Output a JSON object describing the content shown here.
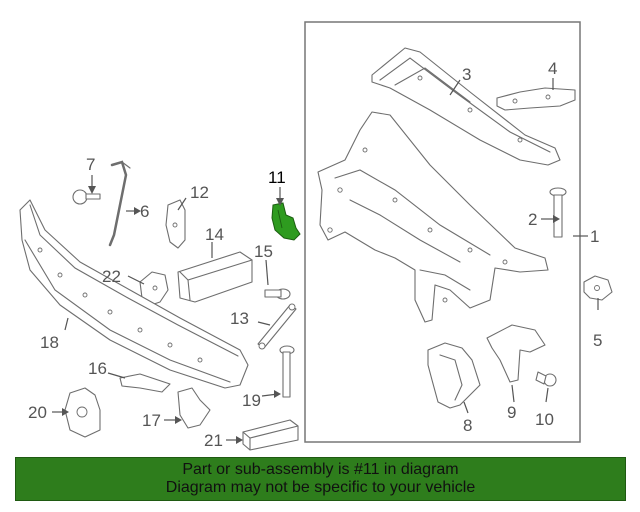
{
  "diagram": {
    "highlight_color": "#2e9b1f",
    "callouts": {
      "c1": "1",
      "c2": "2",
      "c3": "3",
      "c4": "4",
      "c5": "5",
      "c6": "6",
      "c7": "7",
      "c8": "8",
      "c9": "9",
      "c10": "10",
      "c11": "11",
      "c12": "12",
      "c13": "13",
      "c14": "14",
      "c15": "15",
      "c16": "16",
      "c17": "17",
      "c18": "18",
      "c19": "19",
      "c20": "20",
      "c21": "21",
      "c22": "22"
    }
  },
  "banner": {
    "line1": "Part or sub-assembly is #11 in diagram",
    "line2": "Diagram may not be specific to your vehicle",
    "color": "#2e7d1c"
  }
}
